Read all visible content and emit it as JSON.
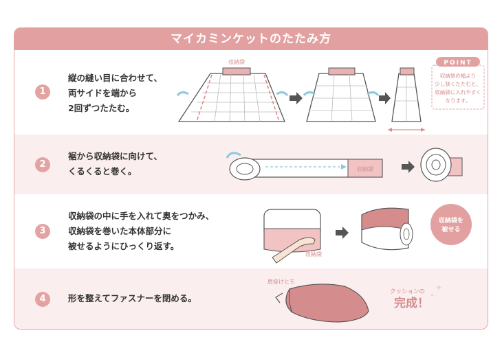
{
  "title": "マイカミンケットのたたみ方",
  "steps": [
    {
      "number": "1",
      "text": "縦の縫い目に合わせて、\n両サイドを端から\n2回ずつたたむ。"
    },
    {
      "number": "2",
      "text": "裾から収納袋に向けて、\nくるくると巻く。"
    },
    {
      "number": "3",
      "text": "収納袋の中に手を入れて奥をつかみ、\n収納袋を巻いた本体部分に\n被せるようにひっくり返す。"
    },
    {
      "number": "4",
      "text": "形を整えてファスナーを閉める。"
    }
  ],
  "labels": {
    "bag": "収納袋",
    "point_badge": "POINT",
    "point_text": [
      "収納袋の幅より",
      "少し狭くたたむと、",
      "収納袋に入れやすく",
      "なります。"
    ],
    "cover_bubble": [
      "収納袋を",
      "被せる"
    ],
    "shoulder_strap": "肩掛けヒモ",
    "done_sub": "クッションの",
    "done_main": "完成！"
  },
  "colors": {
    "accent": "#e3a0a0",
    "tint": "#fbeeee",
    "bag_pink": "#d48c8c",
    "arrow_blue": "#8cc8df",
    "arrow_dark": "#555555"
  }
}
